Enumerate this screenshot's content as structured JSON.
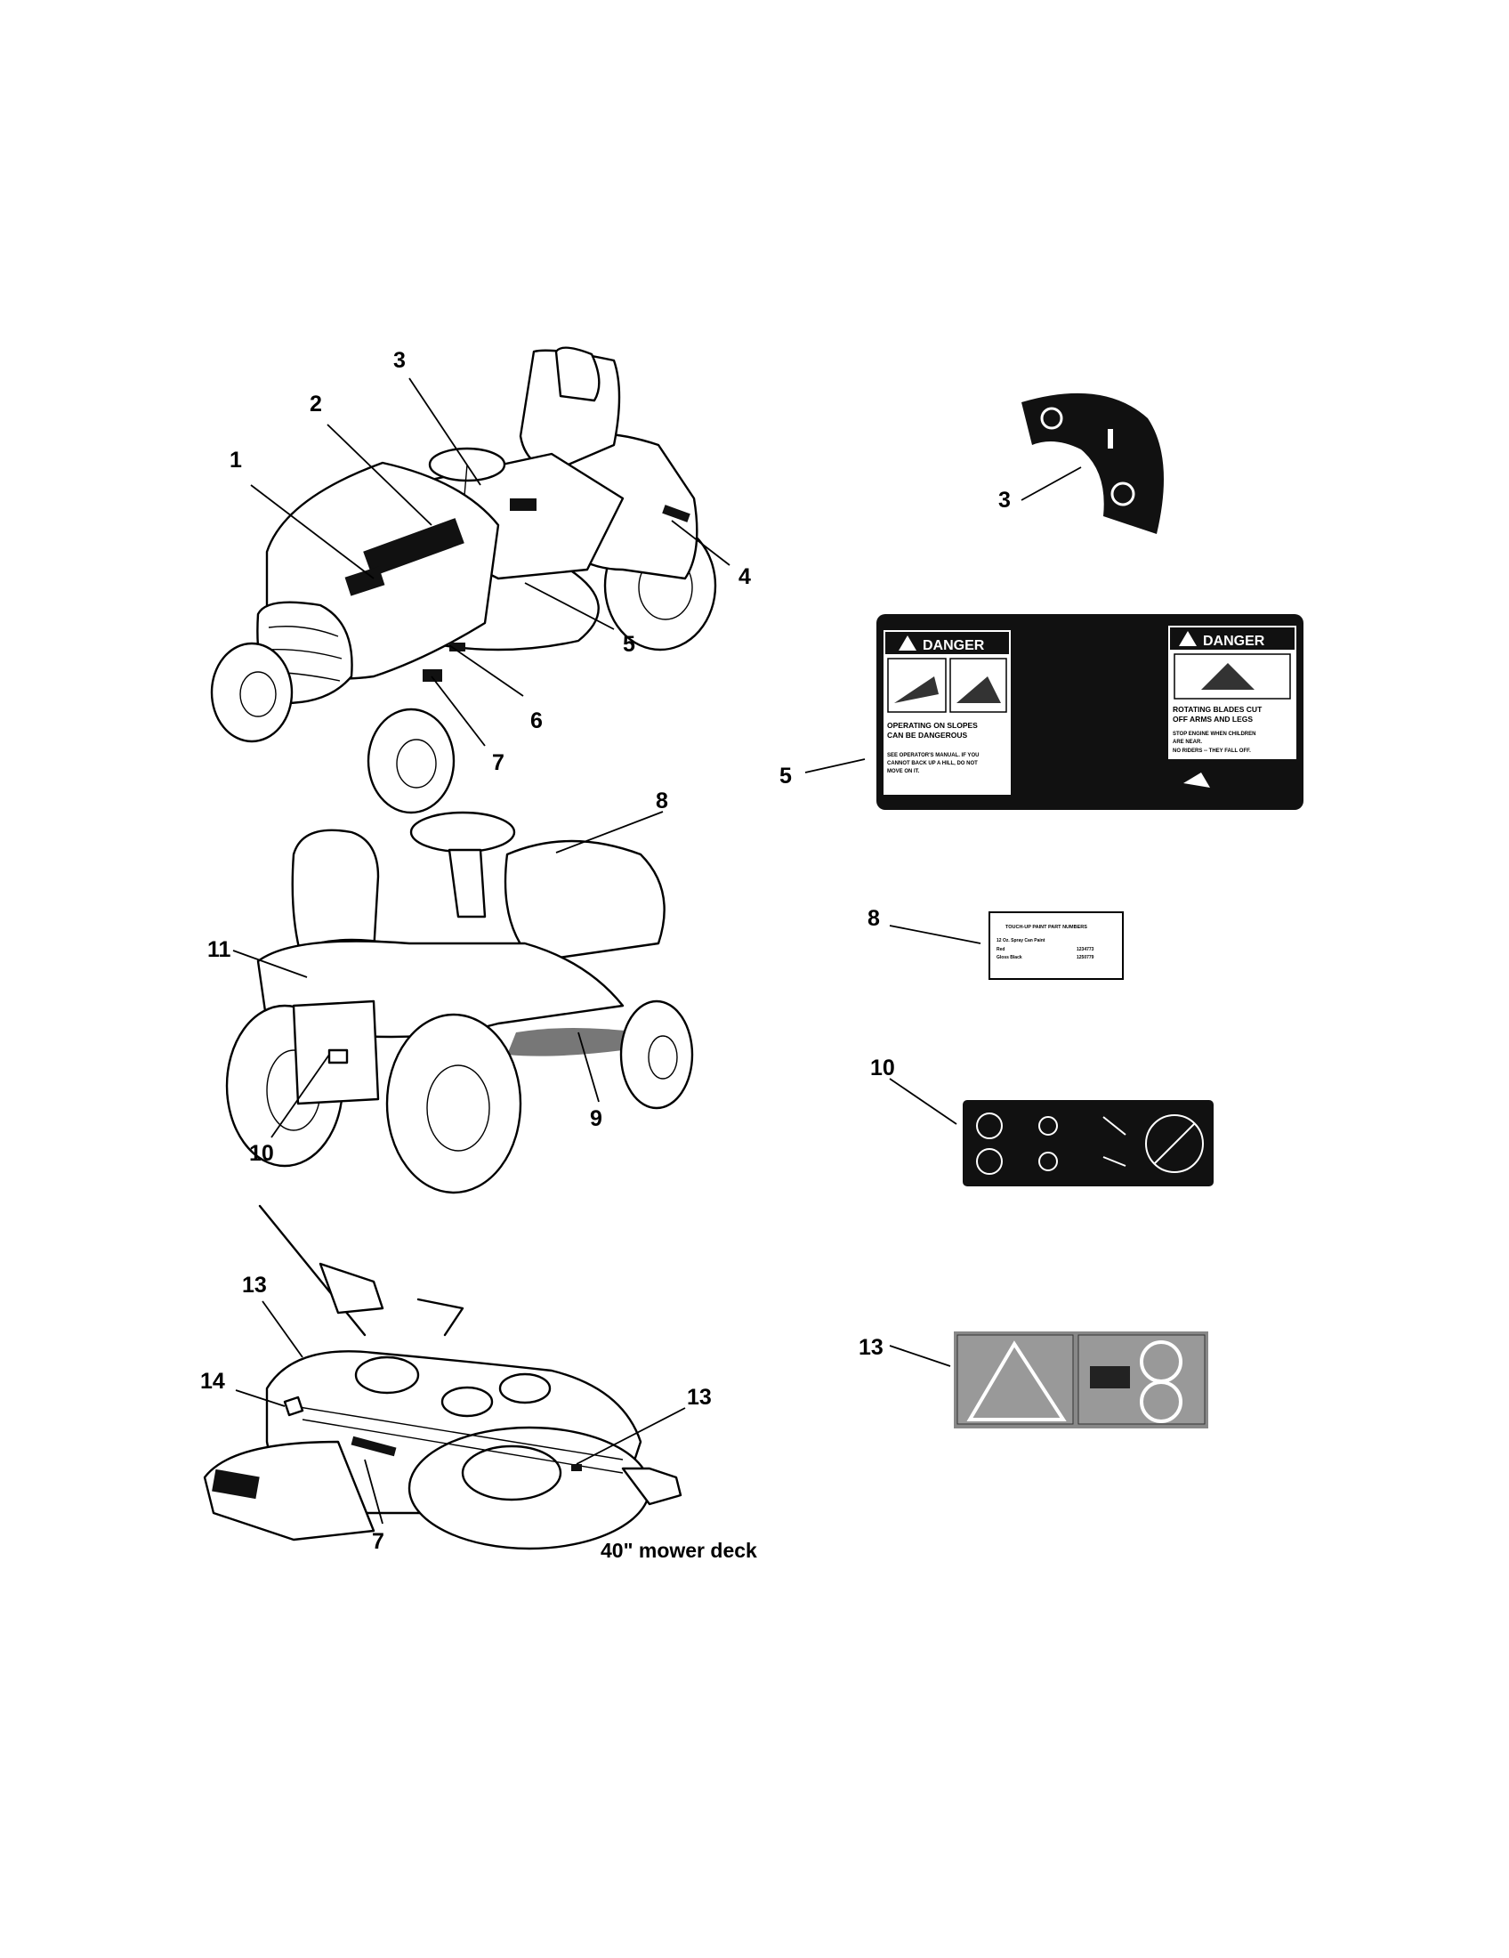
{
  "diagram": {
    "caption": "40\" mower deck",
    "callouts": {
      "c1": "1",
      "c2": "2",
      "c3": "3",
      "c4": "4",
      "c5": "5",
      "c6": "6",
      "c7": "7",
      "c8": "8",
      "c9": "9",
      "c10": "10",
      "c11": "11",
      "c13a": "13",
      "c14": "14",
      "c13b": "13",
      "c7b": "7",
      "r3": "3",
      "r5": "5",
      "r8": "8",
      "r10": "10",
      "r13": "13"
    },
    "danger_decal": {
      "left_header": "DANGER",
      "left_title_1": "OPERATING ON SLOPES",
      "left_title_2": "CAN BE DANGEROUS",
      "left_body_1": "SEE OPERATOR'S MANUAL. IF YOU",
      "left_body_2": "CANNOT BACK UP A HILL, DO NOT",
      "left_body_3": "MOVE ON IT.",
      "right_header": "DANGER",
      "right_title_1": "ROTATING BLADES CUT",
      "right_title_2": "OFF ARMS AND LEGS",
      "right_body_1": "STOP ENGINE WHEN CHILDREN",
      "right_body_2": "ARE NEAR.",
      "right_body_3": "NO RIDERS -- THEY FALL OFF."
    },
    "paint_decal": {
      "title": "TOUCH-UP PAINT PART NUMBERS",
      "line1": "12 Oz. Spray Can Paint",
      "row1_name": "Red",
      "row1_part": "1234773",
      "row2_name": "Gloss Black",
      "row2_part": "1250779"
    }
  }
}
